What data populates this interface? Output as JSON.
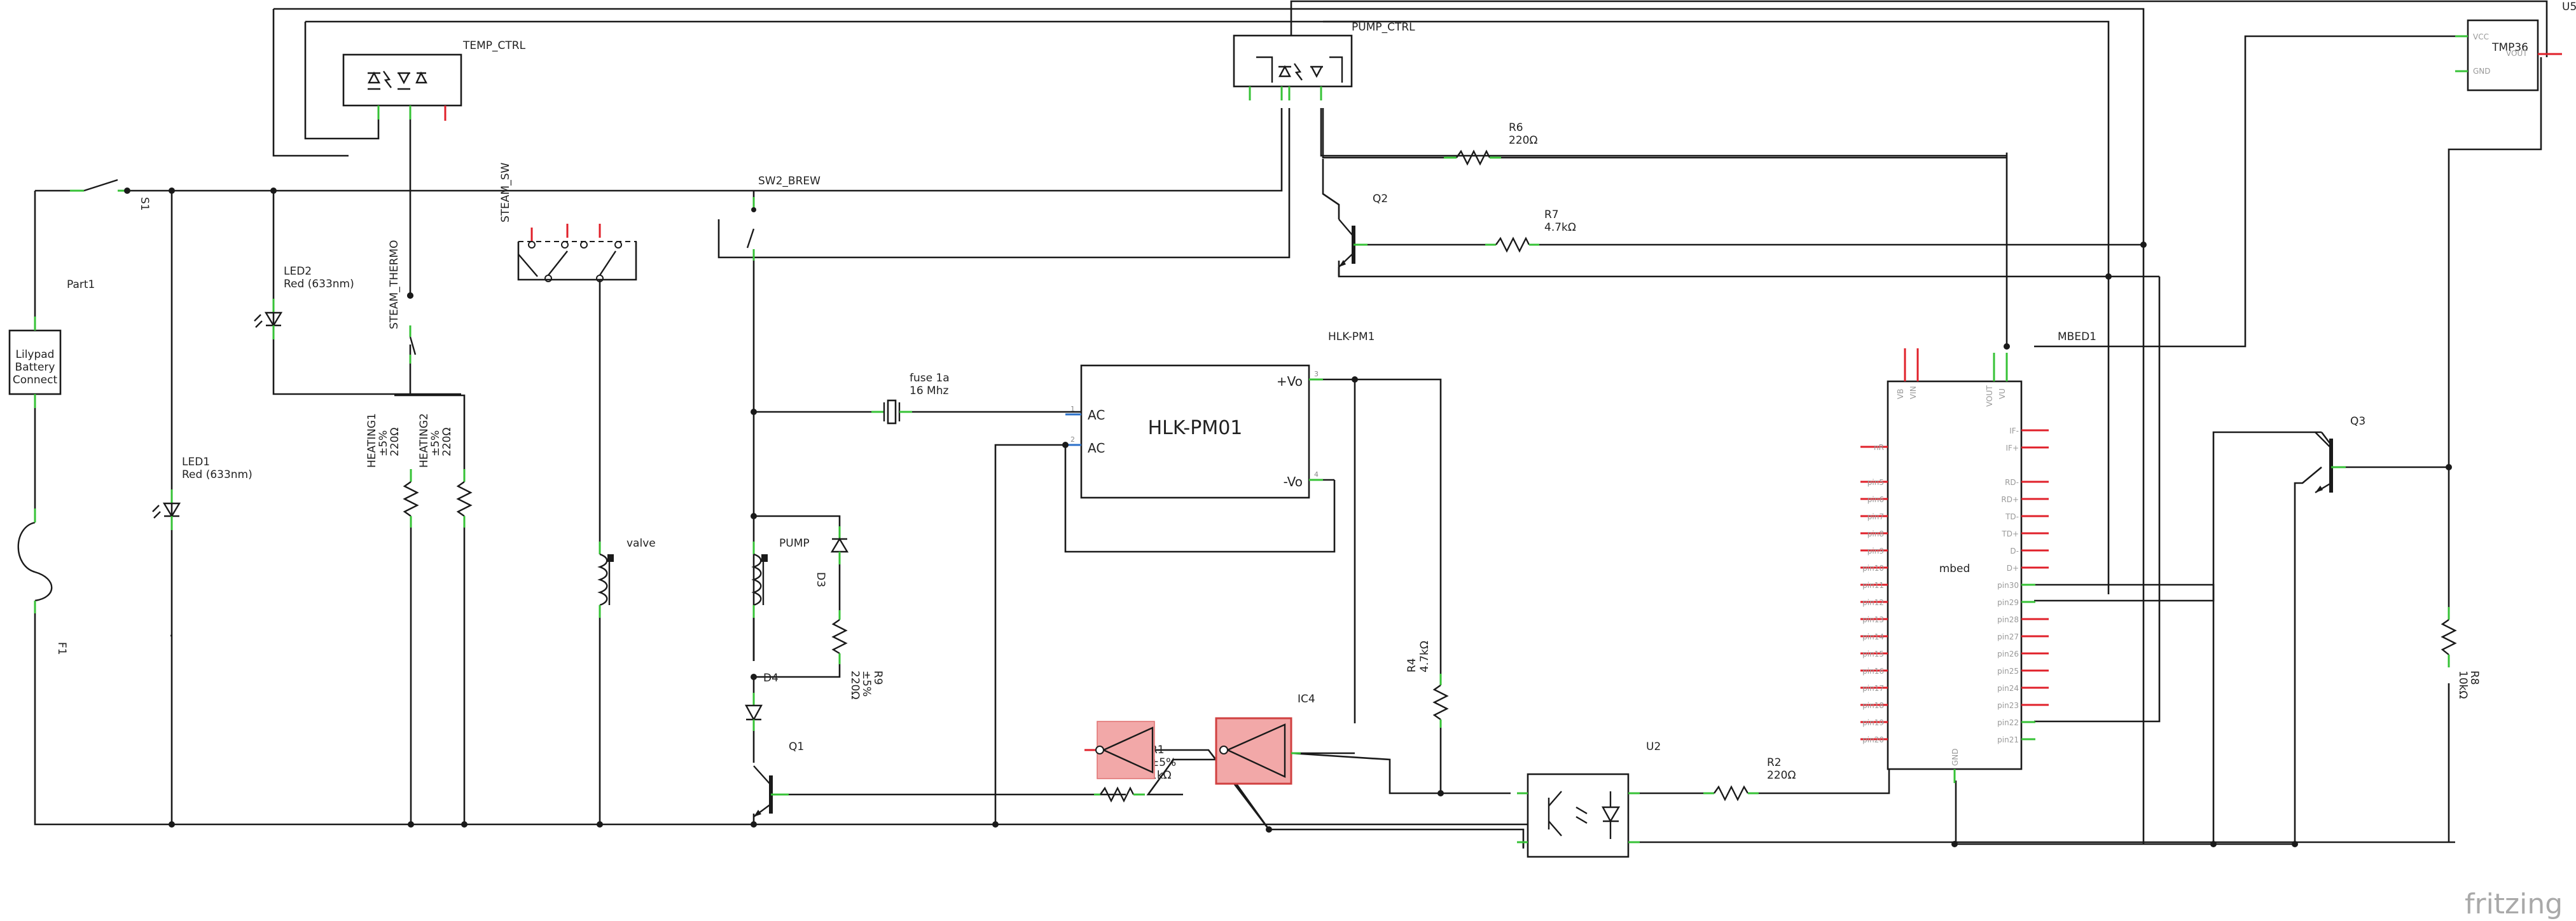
{
  "labels": {
    "part1": "Part1",
    "battery": [
      "Lilypad",
      "Battery",
      "Connect"
    ],
    "f1": "F1",
    "s1": "S1",
    "led1": [
      "LED1",
      "Red (633nm)"
    ],
    "led2": [
      "LED2",
      "Red (633nm)"
    ],
    "temp_ctrl": "TEMP_CTRL",
    "steam_thermo": "STEAM_THERMO",
    "heating1": [
      "HEATING1",
      "±5%",
      "220Ω"
    ],
    "heating2": [
      "HEATING2",
      "±5%",
      "220Ω"
    ],
    "steam_sw": "STEAM_SW",
    "valve": "valve",
    "sw2_brew": "SW2_BREW",
    "pump_ctrl": "PUMP_CTRL",
    "r6": [
      "R6",
      "220Ω"
    ],
    "r7": [
      "R7",
      "4.7kΩ"
    ],
    "q2": "Q2",
    "fuse": [
      "fuse 1a",
      "16 Mhz"
    ],
    "hlk_title": "HLK-PM1",
    "hlk_body": "HLK-PM01",
    "ac1": "AC",
    "ac2": "AC",
    "vo_plus": "+Vo",
    "vo_minus": "-Vo",
    "pump": "PUMP",
    "d3": "D3",
    "d4": "D4",
    "r9": [
      "R9",
      "±5%",
      "220Ω"
    ],
    "q1": "Q1",
    "r1": [
      "R1",
      "±5%",
      "1kΩ"
    ],
    "ic4": "IC4",
    "r4": [
      "R4",
      "4.7kΩ"
    ],
    "u2": "U2",
    "r2": [
      "R2",
      "220Ω"
    ],
    "mbed1": "MBED1",
    "mbed_body": "mbed",
    "mbed_top_pins": [
      "VB",
      "VIN",
      "VOUT",
      "VU"
    ],
    "mbed_left_pins": [
      "nR",
      "pin5",
      "pin6",
      "pin7",
      "pin8",
      "pin9",
      "pin10",
      "pin11",
      "pin12",
      "pin13",
      "pin14",
      "pin15",
      "pin16",
      "pin17",
      "pin18",
      "pin19",
      "pin20"
    ],
    "mbed_right_pins": [
      "IF-",
      "IF+",
      "RD-",
      "RD+",
      "TD-",
      "TD+",
      "D-",
      "D+",
      "pin30",
      "pin29",
      "pin28",
      "pin27",
      "pin26",
      "pin25",
      "pin24",
      "pin23",
      "pin22",
      "pin21"
    ],
    "mbed_gnd": "GND",
    "q3": "Q3",
    "u5": "U5",
    "tmp36": "TMP36",
    "vcc": "VCC",
    "vout": "VOUT",
    "gnd": "GND",
    "r8": [
      "R8",
      "10kΩ"
    ],
    "pin_num_1": "1",
    "pin_num_2": "2",
    "pin_num_3": "3",
    "pin_num_4": "4",
    "watermark": "fritzing"
  },
  "colors": {
    "wire": "#1a1a1a",
    "pin_connected": "#36c236",
    "pin_unconnected": "#e0202a",
    "ac_pin": "#2a6fc9",
    "highlight_fill": "#f2a8a8",
    "highlight_stroke": "#d04040",
    "watermark": "#a9a9a9"
  }
}
